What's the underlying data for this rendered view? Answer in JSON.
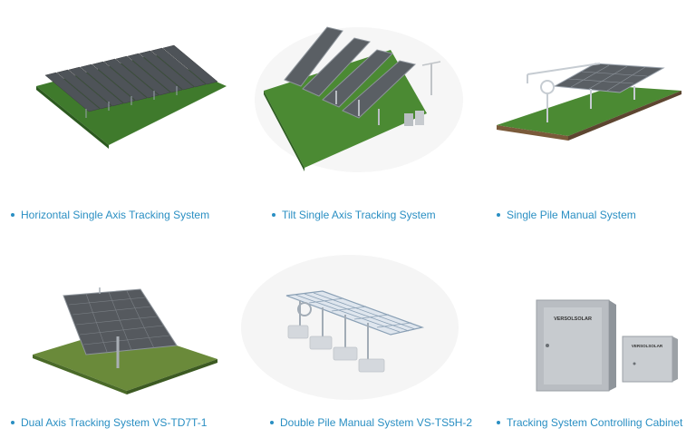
{
  "products": [
    {
      "caption": "Horizontal Single Axis Tracking  System",
      "image": "horizontal-single-axis-tracker-render"
    },
    {
      "caption": "Tilt Single Axis Tracking System",
      "image": "tilt-single-axis-tracker-render"
    },
    {
      "caption": "Single Pile Manual System",
      "image": "single-pile-manual-mount-render"
    },
    {
      "caption": "Dual Axis Tracking System VS-TD7T-1",
      "image": "dual-axis-tracker-render"
    },
    {
      "caption": "Double Pile Manual System VS-TS5H-2",
      "image": "double-pile-manual-mount-render"
    },
    {
      "caption": "Tracking System Controlling Cabinet",
      "image": "control-cabinet-render"
    }
  ],
  "cabinet": {
    "brand_large": "VERSOLSOLAR",
    "brand_small": "VERSOLSOLAR"
  },
  "colors": {
    "link": "#2a8fc3",
    "grass": "#3f7a2c",
    "panel": "#55595e",
    "frame": "#9aa3ad"
  }
}
